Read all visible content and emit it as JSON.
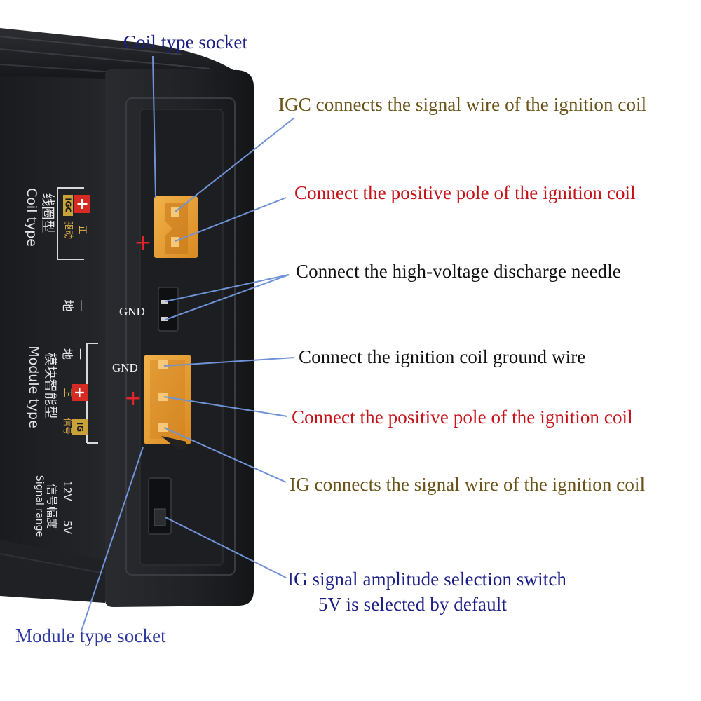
{
  "colors": {
    "navy_label": "#1b1f86",
    "olive_label": "#6a5318",
    "red_label": "#c4141a",
    "callout_line": "#6f93d6",
    "socket_orange": "#e8a23a",
    "housing": "#1c1d20"
  },
  "device_print": {
    "coil_group": {
      "igc": "IGC",
      "plus": "+",
      "drive": "驱动",
      "positive": "正",
      "chinese_name": "线圈型",
      "english_name": "Coil type"
    },
    "ground": {
      "minus": "一",
      "char": "地"
    },
    "module_group": {
      "minus": "一",
      "plus": "+",
      "ig": "IG",
      "ground": "地",
      "positive": "正",
      "signal": "信号",
      "chinese_name": "模块智能型",
      "english_name": "Module type"
    },
    "range": {
      "v12": "12V",
      "v5": "5V",
      "chinese_name": "信号幅度",
      "english_name": "Signal range"
    }
  },
  "pin_marks": {
    "coil_plus": "+",
    "needle_gnd": "GND",
    "module_gnd": "GND",
    "module_plus": "+"
  },
  "callouts": {
    "coil_socket": "Coil type socket",
    "igc_signal": "IGC connects the signal wire of the ignition coil",
    "coil_positive": "Connect the positive pole of the ignition coil",
    "discharge_needle": "Connect the high-voltage discharge needle",
    "ground_wire": "Connect the ignition coil ground wire",
    "module_positive": "Connect the positive pole of the ignition coil",
    "ig_signal": "IG connects the signal wire of the ignition coil",
    "switch_line1": "IG signal amplitude selection switch",
    "switch_line2": "5V is selected by default",
    "module_socket": "Module type socket"
  }
}
